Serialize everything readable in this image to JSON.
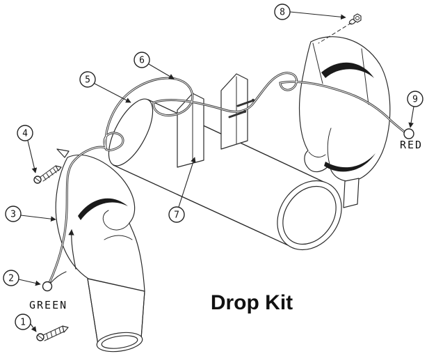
{
  "diagram": {
    "title": "Drop Kit",
    "labels": {
      "green": "GREEN",
      "red": "RED"
    },
    "callouts": [
      {
        "number": "1"
      },
      {
        "number": "2"
      },
      {
        "number": "3"
      },
      {
        "number": "4"
      },
      {
        "number": "5"
      },
      {
        "number": "6"
      },
      {
        "number": "7"
      },
      {
        "number": "8"
      },
      {
        "number": "9"
      }
    ],
    "colors": {
      "line": "#2a2a2a",
      "fill": "#ffffff",
      "accent": "#1a1a1a"
    }
  }
}
